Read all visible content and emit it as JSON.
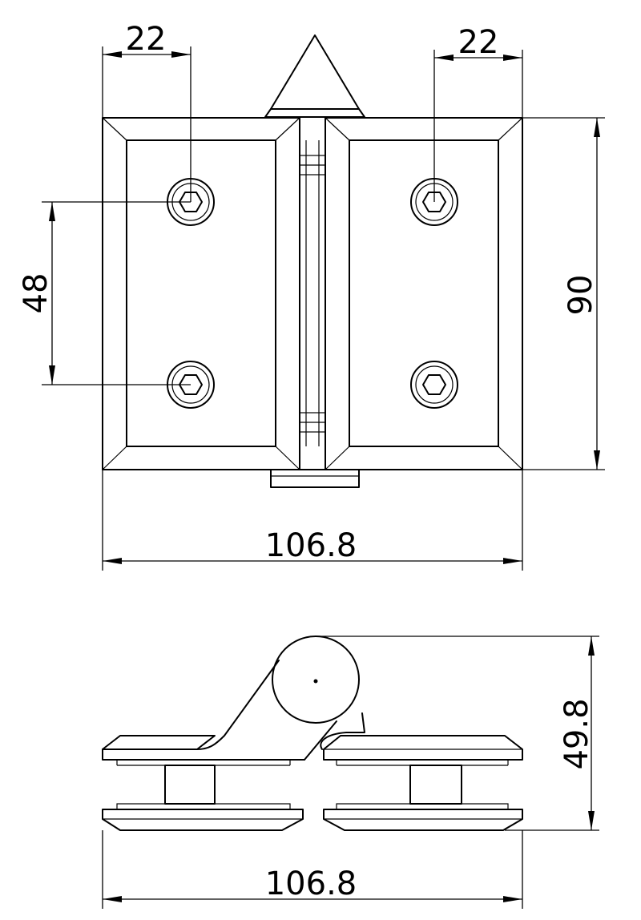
{
  "dimensions": {
    "top_left_hole_offset": "22",
    "top_right_hole_offset": "22",
    "hole_spacing": "48",
    "plate_height": "90",
    "front_width": "106.8",
    "side_height": "49.8",
    "side_width": "106.8"
  }
}
